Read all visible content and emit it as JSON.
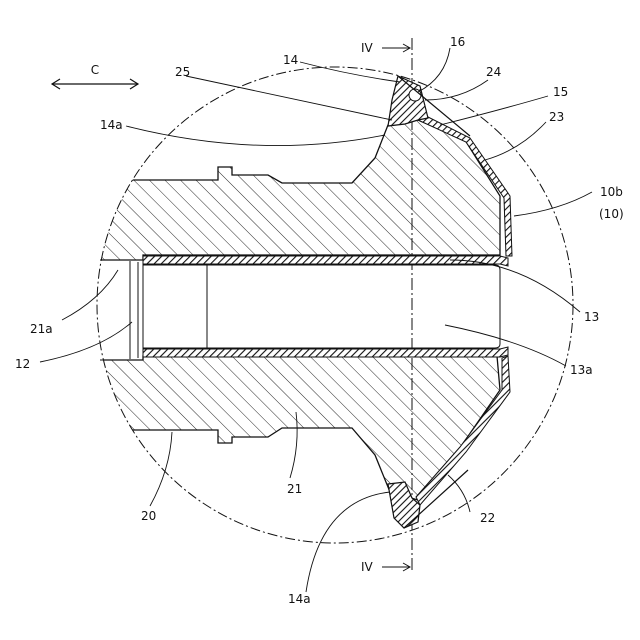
{
  "colors": {
    "line": "#111111",
    "background": "#ffffff"
  },
  "direction_marker": {
    "label": "C",
    "icon": "double-arrow-icon"
  },
  "section_marks": {
    "top": "IV",
    "bottom": "IV",
    "icon": "arrow-right-icon"
  },
  "labels": {
    "l16": "16",
    "l14_top": "14",
    "l25": "25",
    "l24": "24",
    "l15": "15",
    "l14a_top": "14a",
    "l23": "23",
    "l10b": "10b",
    "l10": "(10)",
    "l21a": "21a",
    "l13": "13",
    "l12": "12",
    "l13a": "13a",
    "l21": "21",
    "l20": "20",
    "l22": "22",
    "l14a_bottom": "14a"
  }
}
